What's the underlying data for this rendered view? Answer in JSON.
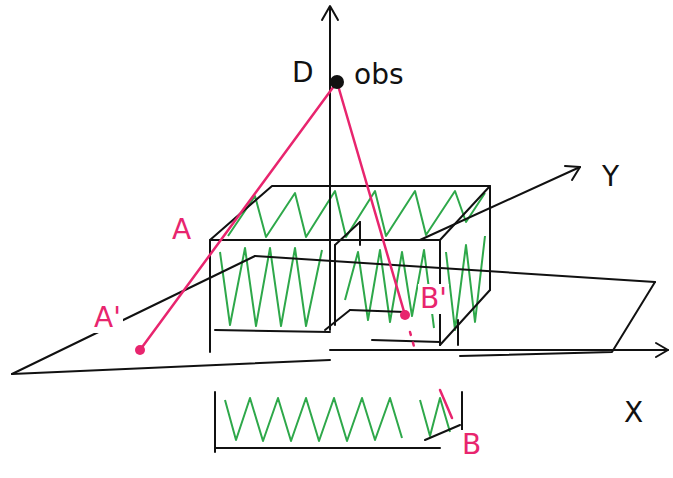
{
  "diagram": {
    "labels": [
      "D",
      "obs",
      "Y",
      "A",
      "A'",
      "B'",
      "X",
      "B"
    ]
  }
}
